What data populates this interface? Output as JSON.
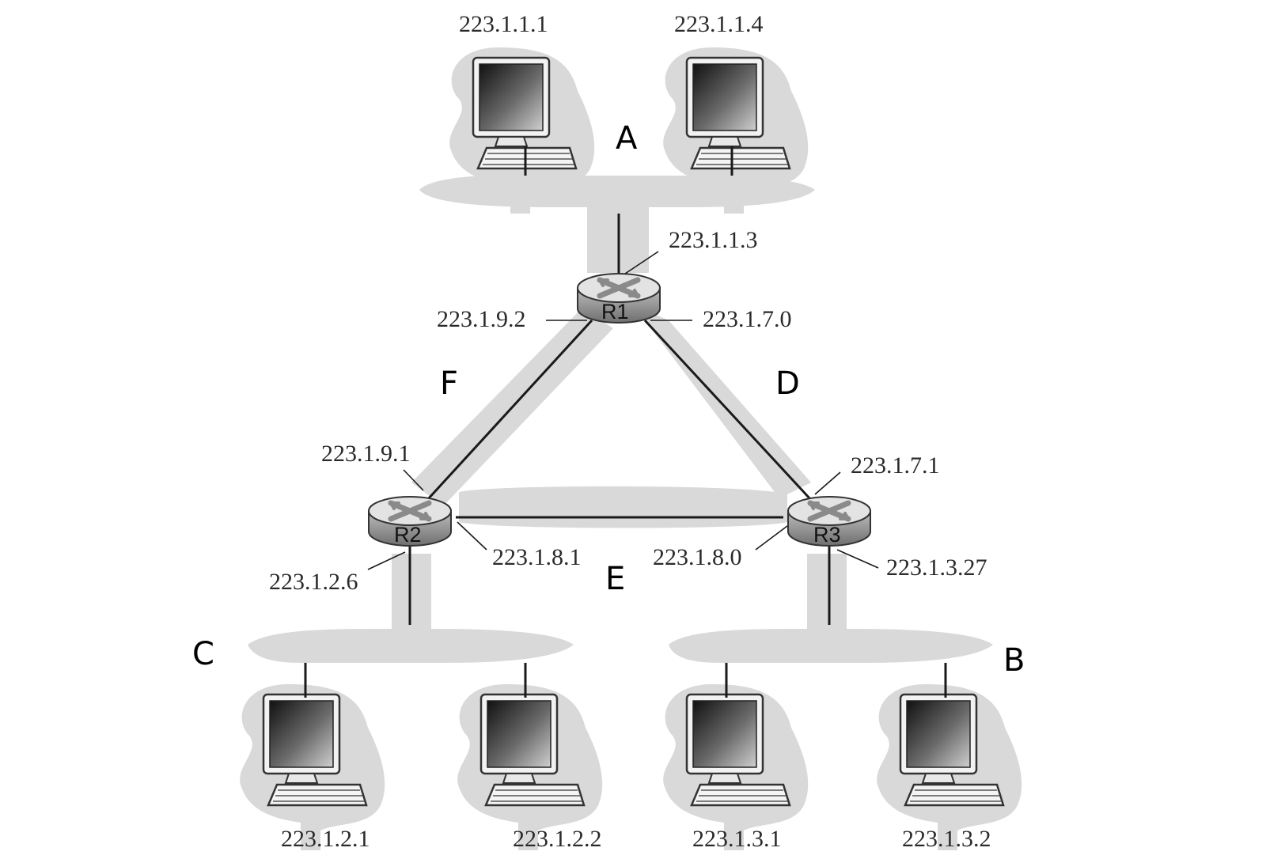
{
  "colors": {
    "subnet_shade": "#d9d9d9",
    "line": "#1a1a1a",
    "router_body": "#a9a9a9",
    "router_top": "#e3e3e3"
  },
  "icons": {
    "host": "desktop-computer-icon",
    "router": "router-icon"
  },
  "subnets": {
    "A": "A",
    "B": "B",
    "C": "C",
    "D": "D",
    "E": "E",
    "F": "F"
  },
  "routers": {
    "r1": "R1",
    "r2": "R2",
    "r3": "R3"
  },
  "hosts": {
    "a1": "223.1.1.1",
    "a2": "223.1.1.4",
    "c1": "223.1.2.1",
    "c2": "223.1.2.2",
    "b1": "223.1.3.1",
    "b2": "223.1.3.2"
  },
  "interfaces": {
    "r1_a": "223.1.1.3",
    "r1_f": "223.1.9.2",
    "r1_d": "223.1.7.0",
    "r2_f": "223.1.9.1",
    "r2_e": "223.1.8.1",
    "r2_c": "223.1.2.6",
    "r3_d": "223.1.7.1",
    "r3_e": "223.1.8.0",
    "r3_b": "223.1.3.27"
  }
}
